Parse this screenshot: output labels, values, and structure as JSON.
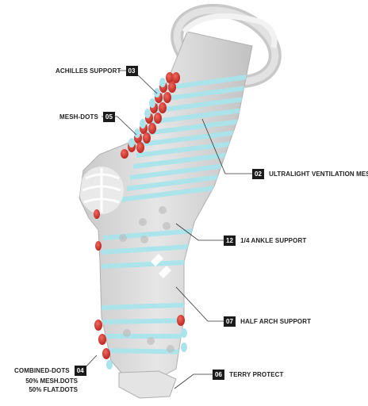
{
  "callouts": {
    "achilles": {
      "num": "03",
      "label": "ACHILLES SUPPORT"
    },
    "mesh_dots": {
      "num": "05",
      "label": "MESH-DOTS"
    },
    "ventilation": {
      "num": "02",
      "label": "ULTRALIGHT VENTILATION MESH"
    },
    "ankle": {
      "num": "12",
      "label": "1/4 ANKLE SUPPORT"
    },
    "arch": {
      "num": "07",
      "label": "HALF ARCH SUPPORT"
    },
    "combined": {
      "num": "04",
      "label": "COMBINED-DOTS",
      "line2": "50% MESH.DOTS",
      "line3": "50% FLAT.DOTS"
    },
    "terry": {
      "num": "06",
      "label": "TERRY PROTECT"
    }
  },
  "colors": {
    "sock_body": "#d9d9d9",
    "sock_shade": "#bfbfbf",
    "mesh_stripe": "#a9e4ec",
    "dot_red": "#d9302c",
    "leader": "#333333"
  }
}
